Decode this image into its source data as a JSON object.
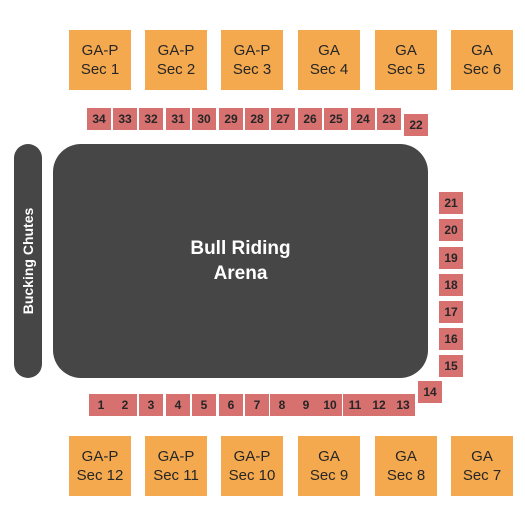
{
  "arena": {
    "line1": "Bull Riding",
    "line2": "Arena"
  },
  "chutes": {
    "label": "Bucking Chutes"
  },
  "ga_top": [
    {
      "type": "GA-P",
      "sec": "Sec 1"
    },
    {
      "type": "GA-P",
      "sec": "Sec 2"
    },
    {
      "type": "GA-P",
      "sec": "Sec 3"
    },
    {
      "type": "GA",
      "sec": "Sec 4"
    },
    {
      "type": "GA",
      "sec": "Sec 5"
    },
    {
      "type": "GA",
      "sec": "Sec 6"
    }
  ],
  "ga_bottom": [
    {
      "type": "GA-P",
      "sec": "Sec 12"
    },
    {
      "type": "GA-P",
      "sec": "Sec 11"
    },
    {
      "type": "GA-P",
      "sec": "Sec 10"
    },
    {
      "type": "GA",
      "sec": "Sec 9"
    },
    {
      "type": "GA",
      "sec": "Sec 8"
    },
    {
      "type": "GA",
      "sec": "Sec 7"
    }
  ],
  "sections_top": [
    "34",
    "33",
    "32",
    "31",
    "30",
    "29",
    "28",
    "27",
    "26",
    "25",
    "24",
    "23",
    "22"
  ],
  "sections_right": [
    "21",
    "20",
    "19",
    "18",
    "17",
    "16",
    "15",
    "14"
  ],
  "sections_bottom": [
    "1",
    "2",
    "3",
    "4",
    "5",
    "6",
    "7",
    "8",
    "9",
    "10",
    "11",
    "12",
    "13"
  ],
  "colors": {
    "ga": "#f5a94f",
    "seat": "#d77170",
    "arena": "#464646",
    "text_dark": "#262626",
    "text_light": "#ffffff"
  }
}
